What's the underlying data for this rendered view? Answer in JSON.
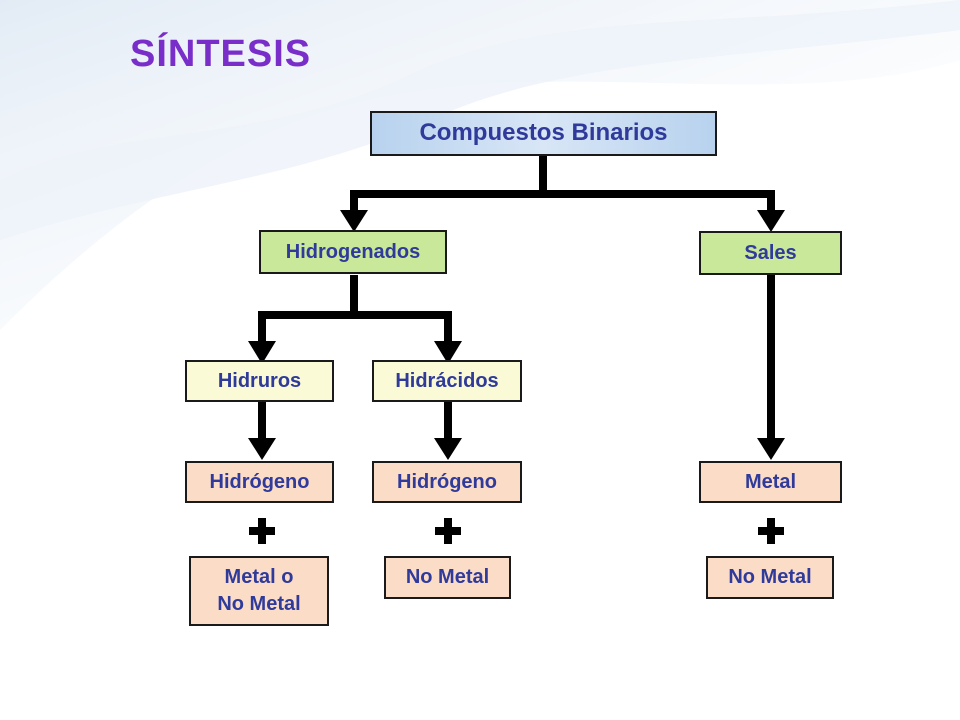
{
  "title": "SÍNTESIS",
  "diagram": {
    "root": "Compuestos Binarios",
    "level1": {
      "left": "Hidrogenados",
      "right": "Sales"
    },
    "level2": {
      "left": "Hidruros",
      "middle": "Hidrácidos"
    },
    "components": {
      "hidruros_first": "Hidrógeno",
      "hidracidos_first": "Hidrógeno",
      "sales_first": "Metal",
      "hidruros_second_line1": "Metal o",
      "hidruros_second_line2": "No Metal",
      "hidracidos_second": "No Metal",
      "sales_second": "No Metal"
    }
  },
  "colors": {
    "title": "#7a2ec9",
    "box_text": "#2f3a9a",
    "root_fill": "#c6dcf2",
    "green_fill": "#c9e89a",
    "yellow_fill": "#fafbd6",
    "peach_fill": "#fbdcc7"
  }
}
